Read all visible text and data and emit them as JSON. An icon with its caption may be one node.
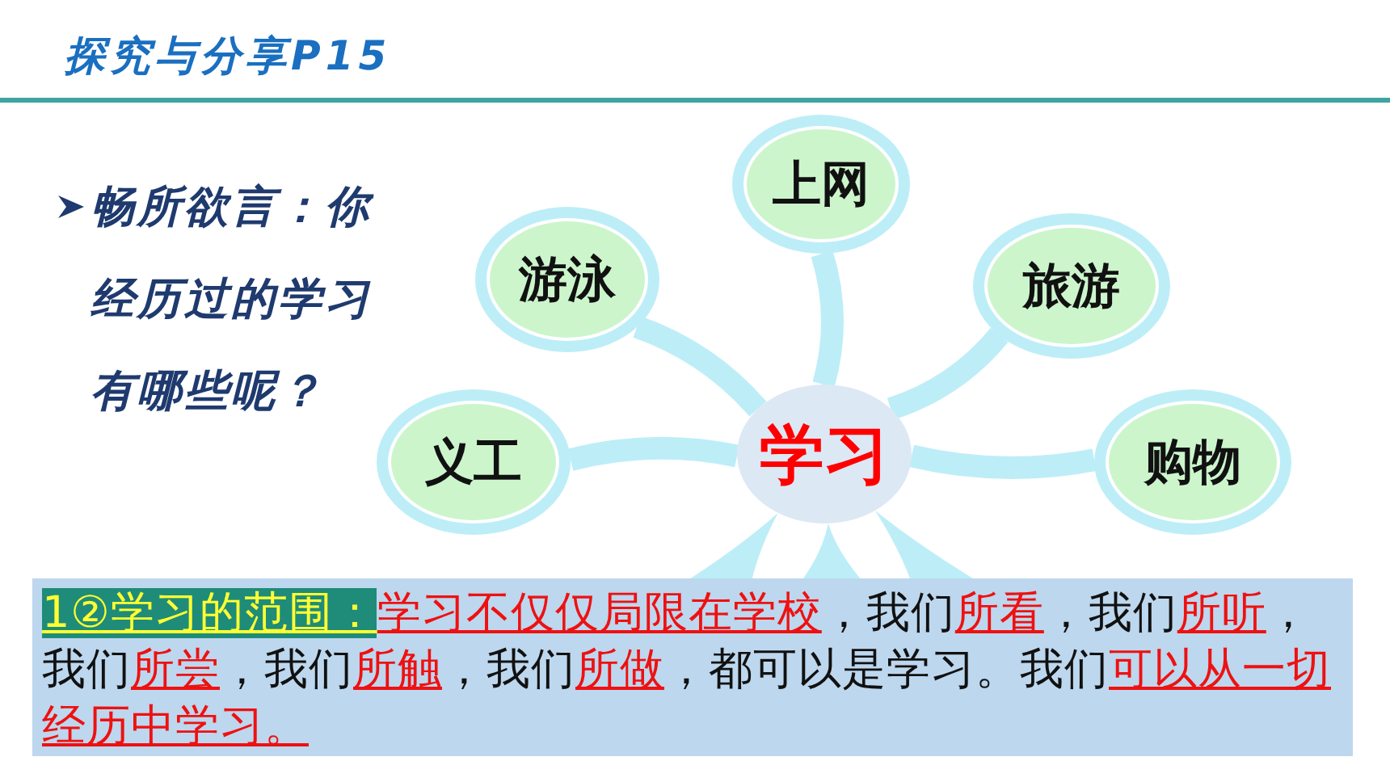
{
  "diagram": {
    "title": "探究与分享P15",
    "nodes": [
      {
        "text": [
          "学习"
        ]
      },
      {
        "text": [
          "上网"
        ]
      },
      {
        "text": [
          "游泳"
        ]
      },
      {
        "text": [
          "旅游"
        ]
      },
      {
        "text": [
          "义工"
        ]
      },
      {
        "text": [
          "购物"
        ]
      }
    ],
    "edges": [
      {
        "from": 0,
        "to": 1,
        "arrow": "none"
      },
      {
        "from": 0,
        "to": 2,
        "arrow": "none"
      },
      {
        "from": 0,
        "to": 3,
        "arrow": "none"
      },
      {
        "from": 0,
        "to": 4,
        "arrow": "none"
      },
      {
        "from": 0,
        "to": 5,
        "arrow": "none"
      }
    ],
    "labels": [
      "畅所欲言：你经历过的学习有哪些呢？",
      "1②学习的范围：",
      "学习不仅仅局限在学校",
      "，我们",
      "所看",
      "，我们",
      "所听",
      "，我们",
      "所尝",
      "，我们",
      "所触",
      "，我们",
      "所做",
      "，都可以是学习。我们",
      "可以从一切经历中学习。"
    ]
  }
}
